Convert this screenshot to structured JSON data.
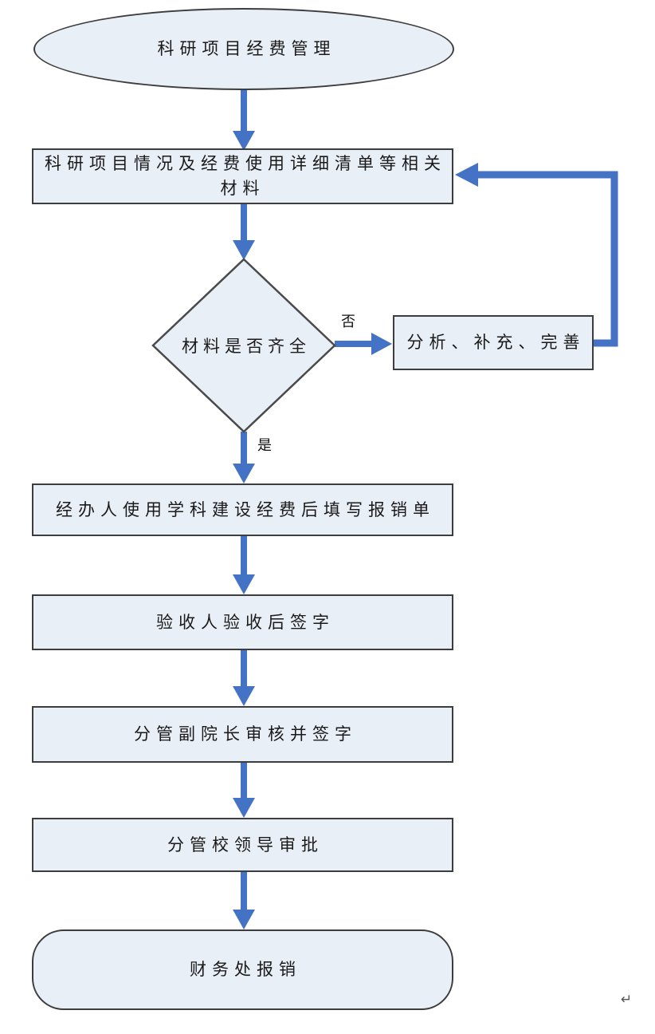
{
  "page": {
    "background": "#ffffff",
    "return_mark": "↵"
  },
  "colors": {
    "arrow_blue": "#4472c4",
    "node_fill": "#e9eff7",
    "node_border": "#3d3d3d",
    "text": "#1a1a1a"
  },
  "flowchart": {
    "start": {
      "shape": "ellipse",
      "label": "科研项目经费管理"
    },
    "materials": {
      "shape": "rectangle",
      "label": "科研项目情况及经费使用详细清单等相关材料"
    },
    "decision": {
      "shape": "diamond",
      "label": "材料是否齐全",
      "no_label": "否",
      "yes_label": "是"
    },
    "fix": {
      "shape": "rectangle",
      "label": "分析、补充、完善"
    },
    "fill_form": {
      "shape": "rectangle",
      "label": "经办人使用学科建设经费后填写报销单"
    },
    "acceptance": {
      "shape": "rectangle",
      "label": "验收人验收后签字"
    },
    "vice_dean": {
      "shape": "rectangle",
      "label": "分管副院长审核并签字"
    },
    "leader": {
      "shape": "rectangle",
      "label": "分管校领导审批"
    },
    "end": {
      "shape": "rounded-rectangle",
      "label": "财务处报销"
    },
    "edges": [
      {
        "from": "start",
        "to": "materials"
      },
      {
        "from": "materials",
        "to": "decision"
      },
      {
        "from": "decision",
        "to": "fix",
        "condition": "否"
      },
      {
        "from": "fix",
        "to": "materials",
        "type": "feedback-loop"
      },
      {
        "from": "decision",
        "to": "fill_form",
        "condition": "是"
      },
      {
        "from": "fill_form",
        "to": "acceptance"
      },
      {
        "from": "acceptance",
        "to": "vice_dean"
      },
      {
        "from": "vice_dean",
        "to": "leader"
      },
      {
        "from": "leader",
        "to": "end"
      }
    ]
  }
}
